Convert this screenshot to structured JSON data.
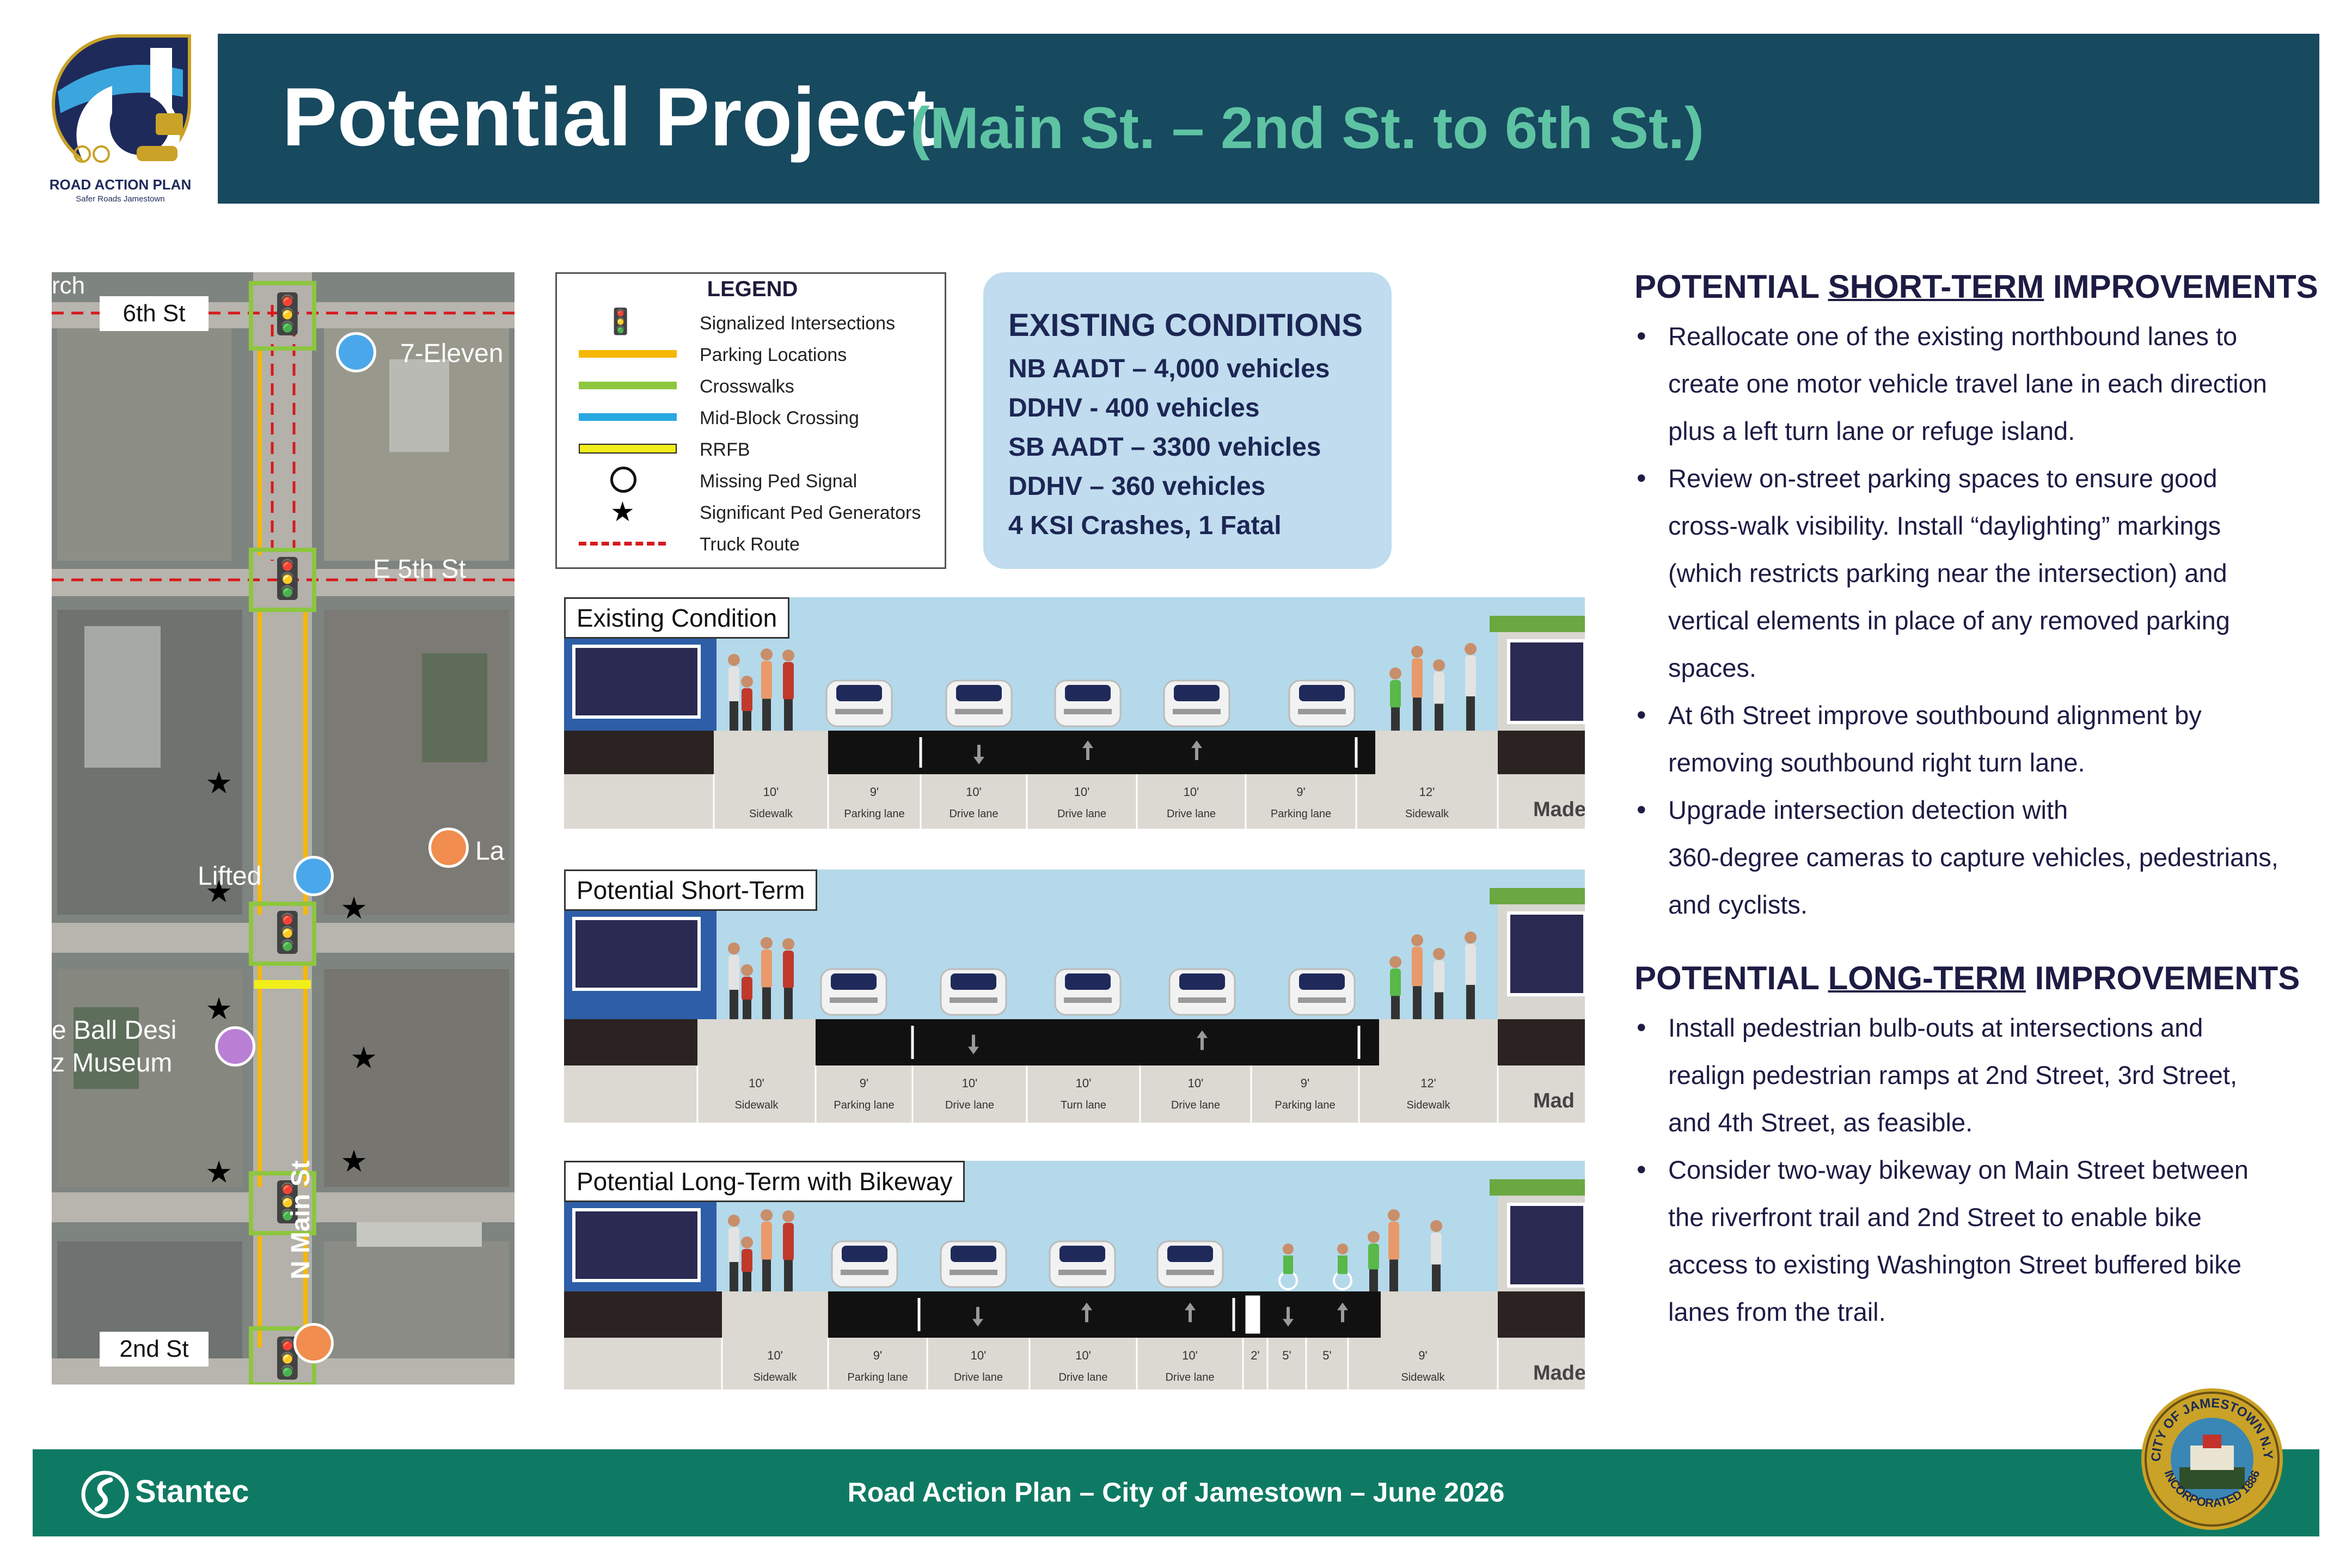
{
  "header": {
    "logo_line1": "ROAD ACTION PLAN",
    "logo_line2": "Safer Roads Jamestown",
    "title": "Potential Project",
    "subtitle": "(Main St. – 2nd St. to 6th St.)"
  },
  "map": {
    "labels": {
      "sixth_st": "6th St",
      "second_st": "2nd St",
      "e5th": "E 5th St",
      "n_main": "N Main St",
      "seven_eleven": "7-Eleven",
      "church": "rch",
      "lifted": "Lifted",
      "ball1": "e Ball Desi",
      "ball2": "z Museum",
      "la": "La"
    }
  },
  "legend": {
    "title": "LEGEND",
    "items": [
      {
        "label": "Signalized Intersections",
        "icon": "traffic-signal-icon"
      },
      {
        "label": "Parking Locations",
        "color": "#f5b800"
      },
      {
        "label": "Crosswalks",
        "color": "#8dc63f"
      },
      {
        "label": "Mid-Block Crossing",
        "color": "#29a8e0"
      },
      {
        "label": "RRFB",
        "color": "#f2ee1a"
      },
      {
        "label": "Missing Ped Signal",
        "icon": "no-pedestrian-icon"
      },
      {
        "label": "Significant Ped Generators",
        "icon": "star-icon"
      },
      {
        "label": "Truck Route",
        "color": "#d7191c"
      }
    ]
  },
  "existing_conditions": {
    "title": "EXISTING CONDITIONS",
    "lines": [
      "NB AADT – 4,000 vehicles",
      "DDHV  - 400 vehicles",
      "SB AADT – 3300 vehicles",
      "DDHV – 360 vehicles",
      "4 KSI Crashes, 1 Fatal"
    ]
  },
  "sections": {
    "existing": {
      "label": "Existing Condition",
      "made": "Made",
      "dims": [
        "10'",
        "9'",
        "10'",
        "10'",
        "10'",
        "9'",
        "12'"
      ],
      "lanes": [
        "Sidewalk",
        "Parking lane",
        "Drive lane",
        "Drive lane",
        "Drive lane",
        "Parking lane",
        "Sidewalk"
      ]
    },
    "short": {
      "label": "Potential Short-Term",
      "made": "Mad",
      "dims": [
        "10'",
        "9'",
        "10'",
        "10'",
        "10'",
        "9'",
        "12'"
      ],
      "lanes": [
        "Sidewalk",
        "Parking lane",
        "Drive lane",
        "Turn lane",
        "Drive lane",
        "Parking lane",
        "Sidewalk"
      ]
    },
    "long": {
      "label": "Potential Long-Term with Bikeway",
      "made": "Made w",
      "dims": [
        "10'",
        "9'",
        "10'",
        "10'",
        "10'",
        "2'",
        "5'",
        "5'",
        "9'"
      ],
      "lanes": [
        "Sidewalk",
        "Parking lane",
        "Drive lane",
        "Drive lane",
        "Drive lane",
        "",
        "",
        "",
        "Sidewalk"
      ]
    }
  },
  "short_term": {
    "heading_pre": "POTENTIAL ",
    "heading_u": "SHORT-TERM",
    "heading_post": " IMPROVEMENTS",
    "lines": [
      "Reallocate one of the existing northbound lanes to",
      "create one motor vehicle travel lane in each direction",
      "plus a left turn lane or refuge island.",
      "Review on-street parking spaces to ensure good",
      "cross-walk visibility. Install “daylighting” markings",
      "(which restricts parking near the intersection) and",
      "vertical elements in place of any removed parking",
      "spaces.",
      "At 6th Street improve southbound alignment by",
      "removing southbound right turn lane.",
      "Upgrade intersection detection with",
      "360-degree cameras to capture vehicles, pedestrians,",
      "and cyclists."
    ]
  },
  "long_term": {
    "heading_pre": "POTENTIAL ",
    "heading_u": "LONG-TERM",
    "heading_post": " IMPROVEMENTS",
    "lines": [
      "Install pedestrian bulb-outs at intersections and",
      "realign pedestrian ramps at 2nd Street, 3rd Street,",
      "and 4th Street, as feasible.",
      "Consider two-way bikeway on Main Street between",
      "the riverfront trail and 2nd Street to enable bike",
      "access to existing Washington Street buffered bike",
      "lanes from the trail."
    ]
  },
  "footer": {
    "brand": "Stantec",
    "text": "Road Action Plan – City of Jamestown – June 2026",
    "seal_top": "CITY OF JAMESTOWN N.Y.",
    "seal_bottom": "INCORPORATED 1886"
  },
  "colors": {
    "header_bar": "#17495f",
    "subtitle": "#5ec3a3",
    "footer": "#0f7a63",
    "conditions_box": "#c0dcee",
    "text_dark": "#1c1c44"
  }
}
